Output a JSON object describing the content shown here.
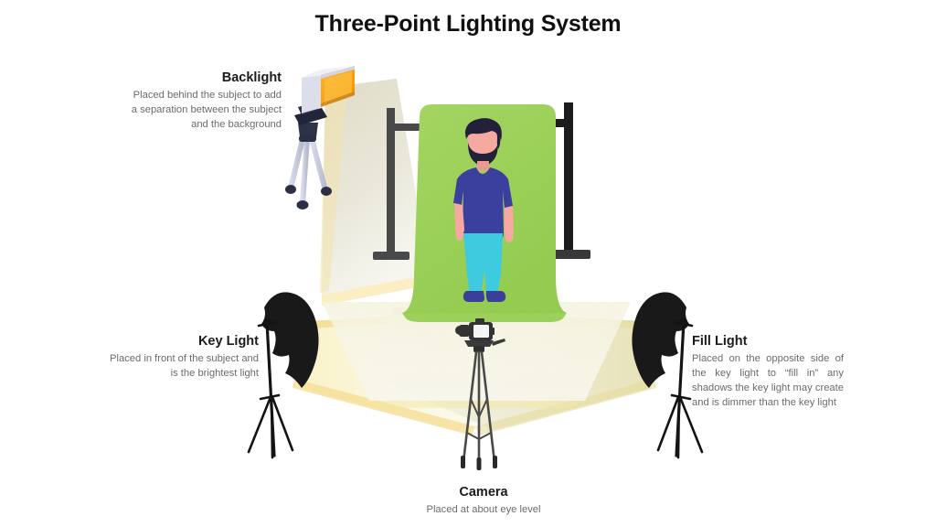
{
  "title": "Three-Point Lighting System",
  "background_color": "#ffffff",
  "labels": {
    "backlight": {
      "title": "Backlight",
      "body": "Placed behind the subject to add a separation between the subject and the background"
    },
    "key_light": {
      "title": "Key Light",
      "body": "Placed in front of the subject and is the brightest light"
    },
    "fill_light": {
      "title": "Fill Light",
      "body": "Placed on the opposite side of the key light to “fill in” any shadows the key light may create and is dimmer than the key light"
    },
    "camera": {
      "title": "Camera",
      "body": "Placed at about eye level"
    }
  },
  "scene": {
    "backdrop_color": "#9ed45c",
    "subject": {
      "skin_color": "#f5a9a0",
      "hair_color": "#23203a",
      "shirt_color": "#3b3f9e",
      "pants_color": "#3ecbe0",
      "shoes_color": "#3a3f9c"
    },
    "backlight_fixture": {
      "panel_color": "#f9a825",
      "housing_color": "#d9dbe8",
      "tripod_color": "#c2c6dc",
      "foot_color": "#2b2f45"
    },
    "softbox_color": "#191919",
    "stand_color": "#1a1a1a",
    "camera_color": "#3a3a3a",
    "backdrop_stand_color": "#3d3d3d",
    "key_beam_color": "#fdf6d0",
    "key_beam_edge_color": "#f2d88a",
    "fill_beam_color": "#efeccd",
    "fill_beam_edge_color": "#ded9a6",
    "back_beam_color": "#e3e2cf",
    "back_beam_edge_color": "#f5dd9a"
  },
  "icons": {
    "softbox": "umbrella-softbox-icon",
    "camera": "dslr-camera-icon",
    "panel_light": "panel-light-icon"
  }
}
